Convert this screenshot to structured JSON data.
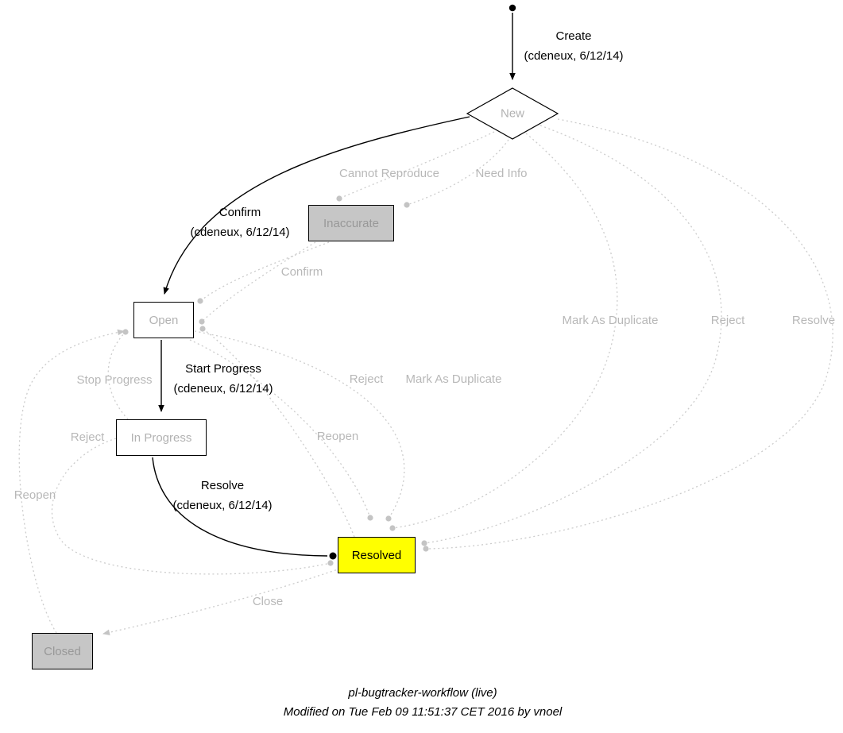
{
  "diagram": {
    "nodes": {
      "new": {
        "label": "New"
      },
      "inaccurate": {
        "label": "Inaccurate"
      },
      "open": {
        "label": "Open"
      },
      "in_progress": {
        "label": "In Progress"
      },
      "resolved": {
        "label": "Resolved"
      },
      "closed": {
        "label": "Closed"
      }
    },
    "transitions": {
      "create": {
        "action": "Create",
        "meta": "(cdeneux, 6/12/14)"
      },
      "confirm": {
        "action": "Confirm",
        "meta": "(cdeneux, 6/12/14)"
      },
      "start_progress": {
        "action": "Start Progress",
        "meta": "(cdeneux, 6/12/14)"
      },
      "resolve": {
        "action": "Resolve",
        "meta": "(cdeneux, 6/12/14)"
      }
    },
    "gray_labels": {
      "cannot_reproduce": "Cannot Reproduce",
      "need_info": "Need Info",
      "confirm": "Confirm",
      "mark_as_duplicate_new": "Mark As Duplicate",
      "reject_new": "Reject",
      "resolve_new": "Resolve",
      "stop_progress": "Stop Progress",
      "reject_open": "Reject",
      "mark_as_duplicate_open": "Mark As Duplicate",
      "reject_in_progress": "Reject",
      "reopen_resolved": "Reopen",
      "reopen_closed": "Reopen",
      "close": "Close"
    },
    "footer": {
      "title": "pl-bugtracker-workflow (live)",
      "modified": "Modified on Tue Feb 09 11:51:37 CET 2016 by vnoel"
    },
    "colors": {
      "resolved_fill": "#ffff00",
      "disabled_fill": "#c6c6c6",
      "edge_gray": "#cccccc",
      "label_gray": "#b8b8b8",
      "active_edge": "#000000"
    }
  }
}
